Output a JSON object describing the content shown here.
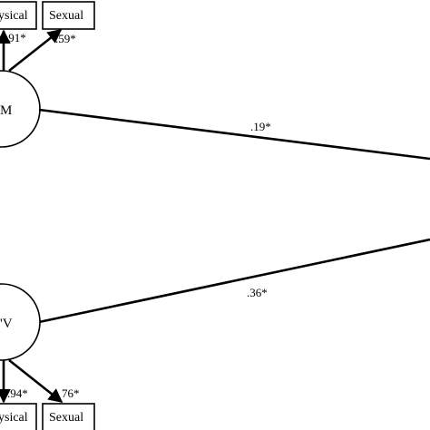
{
  "diagram": {
    "nodes": {
      "top_factor": {
        "label": "M"
      },
      "bottom_factor": {
        "label": "'V"
      },
      "top_indicator_left": {
        "label": "ysical"
      },
      "top_indicator_right": {
        "label": "Sexual"
      },
      "bottom_indicator_left": {
        "label": "ysical"
      },
      "bottom_indicator_right": {
        "label": "Sexual"
      }
    },
    "coefficients": {
      "top_left_loading": ".91*",
      "top_right_loading": ".59*",
      "top_path": ".19*",
      "bottom_path": ".36*",
      "bottom_left_loading": ".94*",
      "bottom_right_loading": "76*"
    }
  }
}
